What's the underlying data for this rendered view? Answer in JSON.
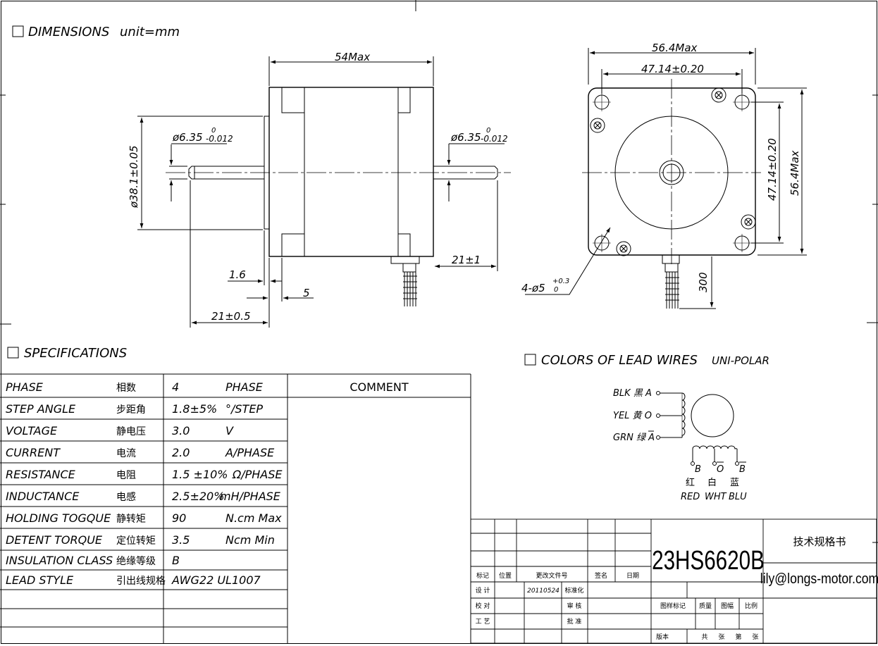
{
  "headings": {
    "dimensions": "DIMENSIONS",
    "unit": "unit=mm",
    "specifications": "SPECIFICATIONS",
    "lead_colors": "COLORS  OF  LEAD  WIRES",
    "unipolar": "UNI-POLAR"
  },
  "side_view": {
    "length": "54Max",
    "shaft_dia_left": "ø6.35",
    "shaft_dia_right": "ø6.35",
    "tol_upper": "0",
    "tol_lower": "-0.012",
    "pilot_dia": "ø38.1±0.05",
    "flange_thk": "1.6",
    "boss_len": "5",
    "shaft_left_len": "21±0.5",
    "shaft_right_len": "21±1"
  },
  "front_view": {
    "width": "56.4Max",
    "hole_spacing_h": "47.14±0.20",
    "hole_spacing_v": "47.14±0.20",
    "height": "56.4Max",
    "holes": "4-ø5",
    "holes_tol_upper": "+0.3",
    "holes_tol_lower": "0",
    "lead_len": "300"
  },
  "specifications": {
    "comment_header": "COMMENT",
    "rows": [
      {
        "name": "PHASE",
        "cn": "相数",
        "value": "4",
        "unit": "PHASE"
      },
      {
        "name": "STEP  ANGLE",
        "cn": "步距角",
        "value": "1.8±5%",
        "unit": "°/STEP"
      },
      {
        "name": "VOLTAGE",
        "cn": "静电压",
        "value": "3.0",
        "unit": "V"
      },
      {
        "name": "CURRENT",
        "cn": "电流",
        "value": "2.0",
        "unit": "A/PHASE"
      },
      {
        "name": "RESISTANCE",
        "cn": "电阻",
        "value": "1.5 ±10%",
        "unit": "Ω/PHASE"
      },
      {
        "name": "INDUCTANCE",
        "cn": "电感",
        "value": "2.5±20%",
        "unit": "mH/PHASE"
      },
      {
        "name": "HOLDING  TOGQUE",
        "cn": "静转矩",
        "value": "90",
        "unit": "N.cm  Max"
      },
      {
        "name": "DETENT  TORQUE",
        "cn": "定位转矩",
        "value": "3.5",
        "unit": "Ncm  Min"
      },
      {
        "name": "INSULATION  CLASS",
        "cn": "绝缘等级",
        "value": "B",
        "unit": ""
      },
      {
        "name": "LEAD  STYLE",
        "cn": "引出线规格",
        "value": "AWG22  UL1007",
        "unit": ""
      }
    ]
  },
  "wiring": {
    "left": [
      {
        "en": "BLK",
        "cn": "黑",
        "sig": "A"
      },
      {
        "en": "YEL",
        "cn": "黄",
        "sig": "O"
      },
      {
        "en": "GRN",
        "cn": "绿",
        "sig": "A"
      }
    ],
    "bottom_sig": [
      "B",
      "O",
      "B"
    ],
    "bottom_cn": [
      "红",
      "白",
      "蓝"
    ],
    "bottom_en": [
      "RED",
      "WHT",
      "BLU"
    ]
  },
  "title_block": {
    "model": "23HS6620B",
    "doc_title": "技术规格书",
    "email": "lily@longs-motor.com",
    "col_labels": [
      "标记",
      "位置",
      "更改文件号",
      "签名",
      "日期"
    ],
    "row_labels": [
      "设  计",
      "校  对",
      "工  艺"
    ],
    "date": "20110524",
    "std": "标准化",
    "review": "审  核",
    "approve": "批  准",
    "attrs": [
      "图样标记",
      "质量",
      "图幅",
      "比例"
    ],
    "version": "版本",
    "sheets": [
      "共",
      "张",
      "第",
      "张"
    ]
  }
}
